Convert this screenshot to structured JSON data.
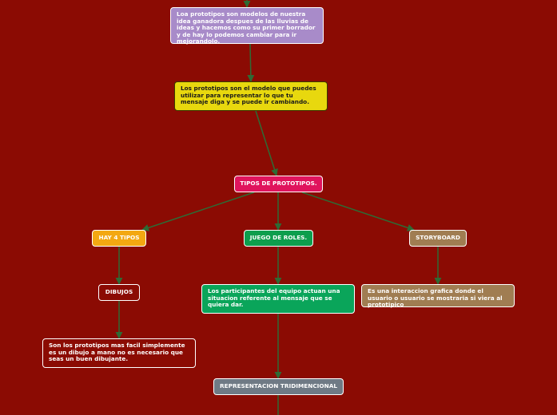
{
  "colors": {
    "background": "#8b0b03",
    "connector": "#2e6b35"
  },
  "nodes": {
    "n1": "Loa prototipos son modelos de nuestra idea ganadora despues de las lluvias de ideas y hacemos como su primer borrador y de hay lo podemos cambiar para ir mejorandolo.",
    "n2": "Los prototipos son el modelo que puedes utilizar para representar lo que tu mensaje diga y se puede ir cambiando.",
    "n3": "TIPOS DE PROTOTIPOS.",
    "n4": "HAY 4 TIPOS",
    "n5": "JUEGO DE ROLES.",
    "n6": "STORYBOARD",
    "n7": "DIBUJOS",
    "n8": "Los participantes del equipo actuan una situacion referente al mensaje que se quiera dar.",
    "n9": "Es una interaccion grafica donde el usuario o usuario se mostraria si viera al prototipico",
    "n10": "Son los prototipos mas facil simplemente es un dibujo a mano no es necesario que seas un buen dibujante.",
    "n11": "REPRESENTACION TRIDIMENCIONAL"
  }
}
